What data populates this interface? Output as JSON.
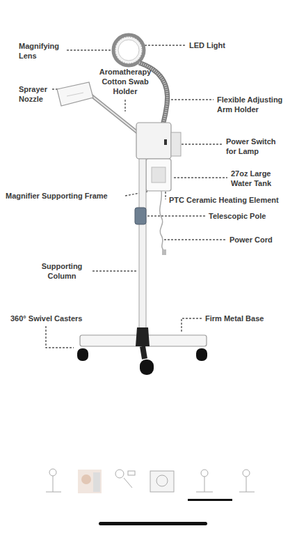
{
  "diagram": {
    "labels": [
      "Magnifying Lens",
      "LED Light",
      "Aromatherapy Cotton Swab Holder",
      "Sprayer Nozzle",
      "Flexible Adjusting Arm Holder",
      "Power Switch for Lamp",
      "27oz Large Water Tank",
      "PTC Ceramic Heating Element",
      "Magnifier Supporting Frame",
      "Telescopic Pole",
      "Power Cord",
      "Supporting Column",
      "360° Swivel Casters",
      "Firm Metal Base"
    ]
  }
}
